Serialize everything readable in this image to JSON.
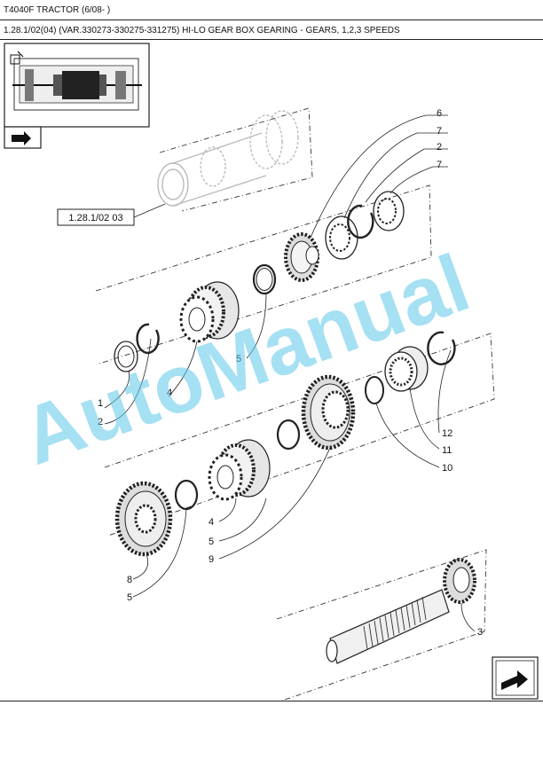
{
  "header": {
    "title": "T4040F TRACTOR (6/08- )",
    "subtitle": "1.28.1/02(04) (VAR.330273-330275-331275) HI-LO GEAR BOX GEARING - GEARS, 1,2,3 SPEEDS"
  },
  "reference_box": {
    "label": "1.28.1/02 03"
  },
  "watermark": {
    "text": "AutoManual",
    "color": "#5bc6ea"
  },
  "icons": {
    "thumbnail": "gearbox-section-thumbnail-icon",
    "prev": "previous-page-arrow-icon",
    "next": "next-page-arrow-icon"
  },
  "callouts": {
    "c6": "6",
    "c7a": "7",
    "c2a": "2",
    "c7b": "7",
    "c5a": "5",
    "c1": "1",
    "c4a": "4",
    "c2b": "2",
    "c12": "12",
    "c11": "11",
    "c10": "10",
    "c4b": "4",
    "c5b": "5",
    "c9": "9",
    "c8": "8",
    "c5c": "5",
    "c3": "3"
  }
}
